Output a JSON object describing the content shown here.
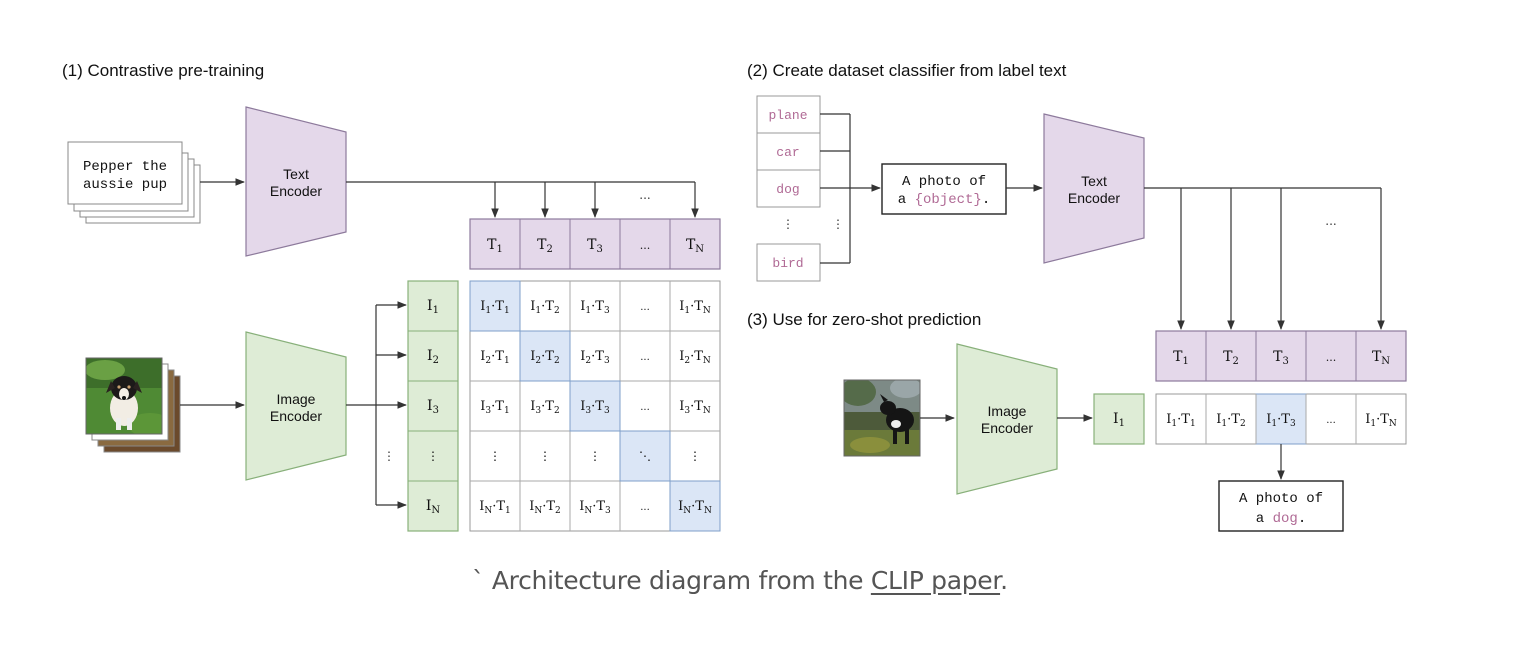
{
  "colors": {
    "purple": "#e4d8ea",
    "purple_stroke": "#8d7a9c",
    "green": "#deecd6",
    "green_stroke": "#88b07a",
    "blue": "#dbe6f6",
    "blue_stroke": "#7f9fc9",
    "label_pink": "#b06a95",
    "line": "#333333"
  },
  "section1": {
    "title": "(1) Contrastive pre-training",
    "text_input": [
      "Pepper the",
      "aussie pup"
    ],
    "text_encoder": [
      "Text",
      "Encoder"
    ],
    "image_encoder": [
      "Image",
      "Encoder"
    ],
    "image_icon": "puppy-photo",
    "dots_top": "...",
    "vdots": "⋮",
    "ddots": "⋱"
  },
  "section2": {
    "title": "(2) Create dataset classifier from label text",
    "labels": [
      "plane",
      "car",
      "dog",
      "bird"
    ],
    "vdots": "⋮",
    "template": [
      "A photo of",
      "a {object}."
    ],
    "text_encoder": [
      "Text",
      "Encoder"
    ],
    "dots_top": "..."
  },
  "section3": {
    "title": "(3) Use for zero-shot prediction",
    "image_encoder": [
      "Image",
      "Encoder"
    ],
    "image_icon": "dog-photo",
    "output": [
      "A photo of",
      "a dog."
    ]
  },
  "caption": {
    "prefix": "` Architecture diagram from the ",
    "link": "CLIP paper",
    "suffix": "."
  }
}
